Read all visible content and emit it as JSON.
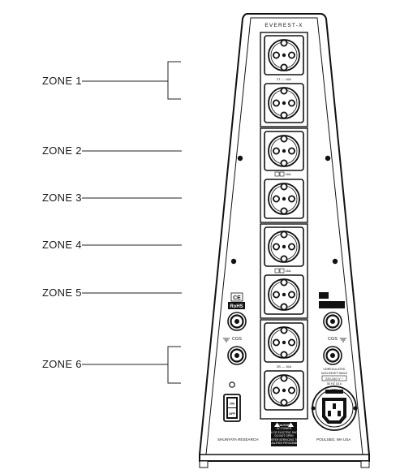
{
  "device": {
    "model": "EVEREST-X",
    "brand": "SHUNYATA RESEARCH",
    "location": "POULSBO, WA USA"
  },
  "zones": [
    {
      "label": "ZONE 1"
    },
    {
      "label": "ZONE 2"
    },
    {
      "label": "ZONE 3"
    },
    {
      "label": "ZONE 4"
    },
    {
      "label": "ZONE 5"
    },
    {
      "label": "ZONE 6"
    }
  ],
  "outlets": {
    "rating_top": "2T — 16A",
    "rating_mid1": "16A",
    "rating_mid2": "16A",
    "rating_bottom": "2B — 16A"
  },
  "badges": {
    "ce": "CE",
    "rohs": "RoHS"
  },
  "ground": {
    "left_label": "CGS",
    "right_label": "CGS"
  },
  "inlet": {
    "line1": "UNREGULATED",
    "line2": "NON-RESETTABLE",
    "voltage": "220-240 V ~",
    "freq": "50 HZ 16 A"
  },
  "switch": {
    "on": "ON",
    "off": "OFF"
  },
  "caution": {
    "title": "CAUTION",
    "subtitle": "AC POWER",
    "line1": "RISK OF ELECTRIC SHOCK",
    "line2": "DO NOT OPEN",
    "line3": "REFER SERVICING TO",
    "line4": "QUALIFIED PERSONNEL"
  }
}
